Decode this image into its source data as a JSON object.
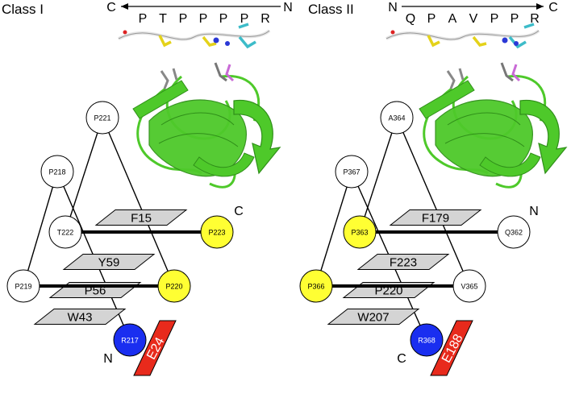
{
  "colors": {
    "yellow": "#ffff33",
    "blue": "#1a2ef0",
    "red": "#e82a1c",
    "gray_fill": "#d4d4d4",
    "protein_green": "#4ec92a",
    "protein_dark": "#2f8f19",
    "peptide_white": "#e6e6e6",
    "peptide_yellow": "#e4d21a",
    "peptide_cyan": "#3dbcc9",
    "peptide_blue": "#2b38d6"
  },
  "panels": [
    {
      "id": "class1",
      "title": "Class I",
      "arrow": {
        "left": "C",
        "right": "N",
        "direction": "left"
      },
      "sequence": [
        "P",
        "T",
        "P",
        "P",
        "P",
        "P",
        "R"
      ],
      "terminus_upper": "C",
      "terminus_lower": "N",
      "circles": [
        {
          "key": "top",
          "label": "P221",
          "fill": "white"
        },
        {
          "key": "upper_left",
          "label": "P218",
          "fill": "white"
        },
        {
          "key": "mid_left",
          "label": "T222",
          "fill": "white"
        },
        {
          "key": "mid_right",
          "label": "P223",
          "fill": "yellow"
        },
        {
          "key": "low_left",
          "label": "P219",
          "fill": "white"
        },
        {
          "key": "low_right",
          "label": "P220",
          "fill": "yellow"
        },
        {
          "key": "bottom",
          "label": "R217",
          "fill": "blue"
        }
      ],
      "pockets": [
        "F15",
        "Y59",
        "P56",
        "W43"
      ],
      "acidic": "E24"
    },
    {
      "id": "class2",
      "title": "Class II",
      "arrow": {
        "left": "N",
        "right": "C",
        "direction": "right"
      },
      "sequence": [
        "Q",
        "P",
        "A",
        "V",
        "P",
        "P",
        "R"
      ],
      "terminus_upper": "N",
      "terminus_lower": "C",
      "circles": [
        {
          "key": "top",
          "label": "A364",
          "fill": "white"
        },
        {
          "key": "upper_left",
          "label": "P367",
          "fill": "white"
        },
        {
          "key": "mid_left",
          "label": "P363",
          "fill": "yellow"
        },
        {
          "key": "mid_right",
          "label": "Q362",
          "fill": "white"
        },
        {
          "key": "low_left",
          "label": "P366",
          "fill": "yellow"
        },
        {
          "key": "low_right",
          "label": "V365",
          "fill": "white"
        },
        {
          "key": "bottom",
          "label": "R368",
          "fill": "blue"
        }
      ],
      "pockets": [
        "F179",
        "F223",
        "P220",
        "W207"
      ],
      "acidic": "E188"
    }
  ]
}
